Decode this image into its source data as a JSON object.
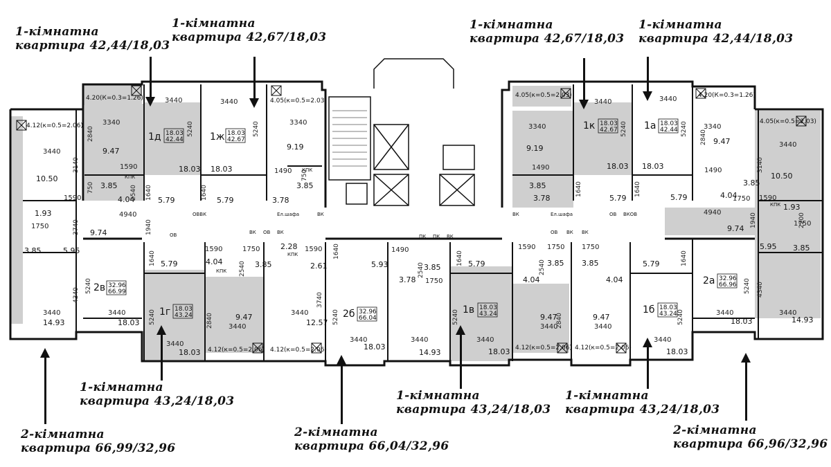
{
  "captions": [
    {
      "id": "c1",
      "line1": "1-кімнатна",
      "line2": "квартира 42,44/18,03"
    },
    {
      "id": "c2",
      "line1": "1-кімнатна",
      "line2": "квартира 42,67/18,03"
    },
    {
      "id": "c3",
      "line1": "1-кімнатна",
      "line2": "квартира 42,67/18,03"
    },
    {
      "id": "c4",
      "line1": "1-кімнатна",
      "line2": "квартира 42,44/18,03"
    },
    {
      "id": "c5",
      "line1": "1-кімнатна",
      "line2": "квартира 43,24/18,03"
    },
    {
      "id": "c6",
      "line1": "1-кімнатна",
      "line2": "квартира 43,24/18,03"
    },
    {
      "id": "c7",
      "line1": "1-кімнатна",
      "line2": "квартира 43,24/18,03"
    },
    {
      "id": "c8",
      "line1": "2-кімнатна",
      "line2": "квартира 66,99/32,96"
    },
    {
      "id": "c9",
      "line1": "2-кімнатна",
      "line2": "квартира 66,04/32,96"
    },
    {
      "id": "c10",
      "line1": "2-кімнатна",
      "line2": "квартира 66,96/32,96"
    }
  ],
  "units": {
    "u1d": {
      "label": "1д",
      "area_top": "18.03",
      "area_bottom": "42.44"
    },
    "u1zh": {
      "label": "1ж",
      "area_top": "18.03",
      "area_bottom": "42.67"
    },
    "u1k": {
      "label": "1к",
      "area_top": "18.03",
      "area_bottom": "42.67"
    },
    "u1a": {
      "label": "1а",
      "area_top": "18.03",
      "area_bottom": "42.44"
    },
    "u2v": {
      "label": "2в",
      "area_top": "32.96",
      "area_bottom": "66.99"
    },
    "u1g": {
      "label": "1г",
      "area_top": "18.03",
      "area_bottom": "43.24"
    },
    "u2b": {
      "label": "2б",
      "area_top": "32.96",
      "area_bottom": "66.04"
    },
    "u1v": {
      "label": "1в",
      "area_top": "18.03",
      "area_bottom": "43.24"
    },
    "u1b": {
      "label": "1б",
      "area_top": "18.03",
      "area_bottom": "43.24"
    },
    "u2a": {
      "label": "2а",
      "area_top": "32.96",
      "area_bottom": "66.96"
    }
  },
  "balconies": {
    "b1": "4.20(К=0.3=1.26)",
    "b2": "4.05(к=0.5=2.03)",
    "b3": "4.05(к=0.5=2.03)",
    "b4": "4.20(К=0.3=1.26)",
    "b5": "4.12(к=0.5=2.06)",
    "b6": "4.05(к=0.5=2.03)",
    "b7": "4.12(к=0.5=2.06)",
    "b8": "4.12(к=0.5=2.06)",
    "b9": "4.12(к=0.5=2.06)",
    "b10": "4.12(к=0.5=2.06)"
  },
  "areas": {
    "a_947": "9.47",
    "a_1803": "18.03",
    "a_919": "9.19",
    "a_1050": "10.50",
    "a_193": "1.93",
    "a_385": "3.85",
    "a_595": "5.95",
    "a_974": "9.74",
    "a_579": "5.79",
    "a_404": "4.04",
    "a_378": "3.78",
    "a_1493": "14.93",
    "a_1257": "12.57",
    "a_261": "2.61",
    "a_593": "5.93",
    "a_228": "2.28"
  },
  "dims": {
    "d3440": "3440",
    "d2840": "2840",
    "d5240": "5240",
    "d3340": "3340",
    "d1590": "1590",
    "d1490": "1490",
    "d1640": "1640",
    "d2540": "2540",
    "d3140": "3140",
    "d3740": "3740",
    "d4340": "4340",
    "d4940": "4940",
    "d1940": "1940",
    "d1750": "1750",
    "d2200": "2200",
    "d750": "750"
  },
  "notes": {
    "kpk": "КПК",
    "vk": "ВК",
    "ov": "ОВ",
    "ovvk": "ОВВК",
    "vkov": "ВКОВ",
    "pk": "ПК",
    "elshafa": "Ел.шафа"
  }
}
